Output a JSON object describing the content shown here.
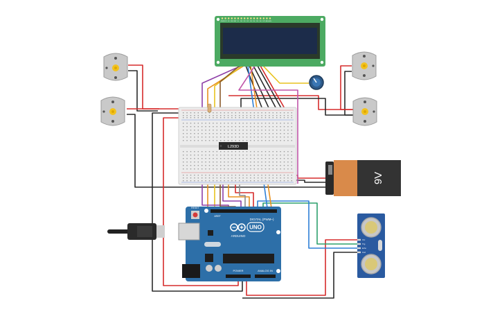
{
  "components": {
    "lcd": {
      "pin_labels": [
        "GND",
        "VCC",
        "V0",
        "RS",
        "RW",
        "E",
        "D0",
        "D1",
        "D2",
        "D3",
        "D4",
        "D5",
        "D6",
        "D7",
        "LED+",
        "LED-"
      ]
    },
    "driver_chip": {
      "label": "L293D"
    },
    "battery": {
      "label": "9V"
    },
    "arduino": {
      "logo": "UNO",
      "brand": "ARDUINO",
      "digital_label": "DIGITAL (PWM~)",
      "power_label": "POWER",
      "analog_label": "ANALOG IN",
      "reset_label": "RESET",
      "aref_label": "AREF"
    },
    "ultrasonic": {
      "pin_labels": [
        "Vcc",
        "Trig",
        "Echo",
        "Gnd"
      ]
    }
  },
  "colors": {
    "wire_red": "#d62b2b",
    "wire_black": "#2a2a2a",
    "wire_orange": "#e8901e",
    "wire_yellow": "#e8c21e",
    "wire_purple": "#8e3fa8",
    "wire_blue": "#2d7fd6",
    "wire_green": "#34a34a",
    "wire_brown": "#8a5a2b",
    "wire_pink": "#c054a8",
    "wire_gray": "#8a8a8a",
    "lcd_board": "#4caa62",
    "lcd_screen": "#1c2c4a",
    "arduino_board": "#2d6fa8",
    "breadboard": "#ececec",
    "motor_body": "#c9c9c9",
    "motor_shaft": "#f2c21e",
    "battery_top": "#d98a4a",
    "battery_body": "#333333",
    "sensor_board": "#2a5aa0"
  }
}
